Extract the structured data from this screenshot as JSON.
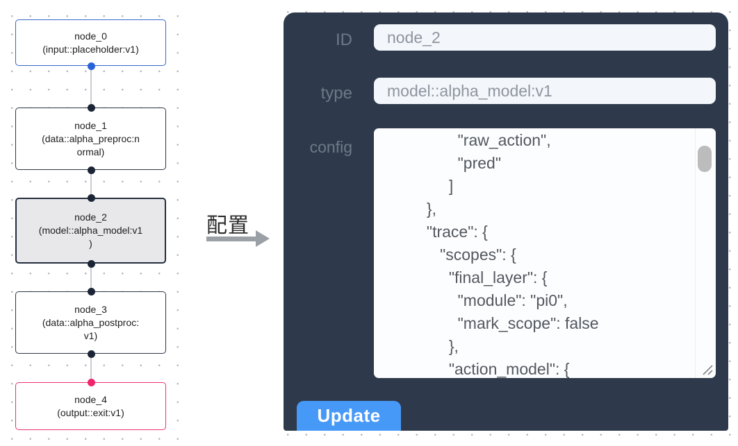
{
  "canvas": {
    "nodes": [
      {
        "lines": [
          "node_0",
          "(input::placeholder:v1)"
        ]
      },
      {
        "lines": [
          "node_1",
          "(data::alpha_preproc:n",
          "ormal)"
        ]
      },
      {
        "lines": [
          "node_2",
          "(model::alpha_model:v1",
          ")"
        ]
      },
      {
        "lines": [
          "node_3",
          "(data::alpha_postproc:",
          "v1)"
        ]
      },
      {
        "lines": [
          "node_4",
          "(output::exit:v1)"
        ]
      }
    ]
  },
  "transition": {
    "label": "配置",
    "arrow_icon": "right-arrow"
  },
  "panel": {
    "id_label": "ID",
    "id_value": "node_2",
    "type_label": "type",
    "type_value": "model::alpha_model:v1",
    "config_label": "config",
    "config_text": "                 \"raw_action\",\n                 \"pred\"\n               ]\n          },\n          \"trace\": {\n             \"scopes\": {\n               \"final_layer\": {\n                 \"module\": \"pi0\",\n                 \"mark_scope\": false\n               },\n               \"action_model\": {",
    "update_label": "Update"
  },
  "colors": {
    "panel_bg": "#2e3a4b",
    "button_blue": "#4799f8",
    "node_default_border": "#2d3442",
    "node_input_border": "#3566c8",
    "node_output_border": "#ee2e70",
    "node_selected_bg": "#e8e8ea",
    "port_navy": "#1c2535",
    "port_blue": "#2a63d8",
    "port_pink": "#f1256d",
    "edge_gray": "#c9ccd1",
    "input_bg": "#f3f6fa",
    "label_gray": "#6e7987"
  }
}
